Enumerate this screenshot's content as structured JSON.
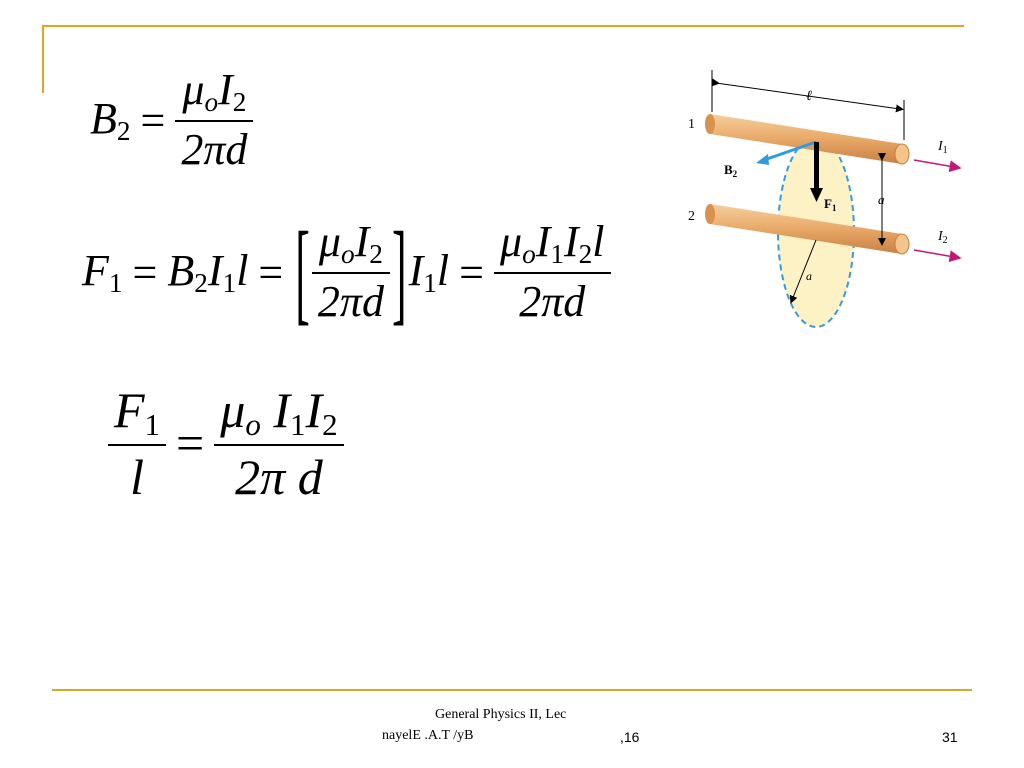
{
  "equations": {
    "eq1": {
      "lhs_symbol": "B",
      "lhs_sub": "2",
      "eq": "=",
      "num_mu": "μ",
      "num_mu_sub": "o",
      "num_I": "I",
      "num_I_sub": "2",
      "den": "2πd"
    },
    "eq2": {
      "lhs_symbol": "F",
      "lhs_sub": "1",
      "eq1": "=",
      "t1_B": "B",
      "t1_B_sub": "2",
      "t1_I": "I",
      "t1_I_sub": "1",
      "t1_l": "l",
      "eq2": "=",
      "bracket_open": "[",
      "frac_mu": "μ",
      "frac_mu_sub": "o",
      "frac_I": "I",
      "frac_I_sub": "2",
      "frac_den": "2πd",
      "bracket_close": "]",
      "t2_I": "I",
      "t2_I_sub": "1",
      "t2_l": "l",
      "eq3": "=",
      "r_mu": "μ",
      "r_mu_sub": "o",
      "r_I1": "I",
      "r_I1_sub": "1",
      "r_I2": "I",
      "r_I2_sub": "2",
      "r_l": "l",
      "r_den": "2πd"
    },
    "eq3": {
      "num_F": "F",
      "num_F_sub": "1",
      "den_l": "l",
      "eq": "=",
      "r_mu": "μ",
      "r_mu_sub": "o",
      "r_I1": "I",
      "r_I1_sub": "1",
      "r_I2": "I",
      "r_I2_sub": "2",
      "r_den": "2π d"
    }
  },
  "figure": {
    "length_label": "ℓ",
    "wire1_label": "1",
    "wire2_label": "2",
    "current1_label": "I",
    "current1_sub": "1",
    "current2_label": "I",
    "current2_sub": "2",
    "field_label": "B",
    "field_sub": "2",
    "force_label": "F",
    "force_sub": "1",
    "separation_label": "a",
    "radius_label": "a",
    "colors": {
      "wire": "#e8a868",
      "field_circle": "#fdf1c6",
      "field_arrow": "#2f9be0",
      "current_arrow": "#c2187a",
      "dashed": "#3b9ad9"
    }
  },
  "footer": {
    "course": "General Physics II, Lec",
    "author": "nayelE .A.T /yB",
    "date": ",16",
    "page": "31"
  },
  "theme": {
    "frame_color": "#e0a526"
  }
}
